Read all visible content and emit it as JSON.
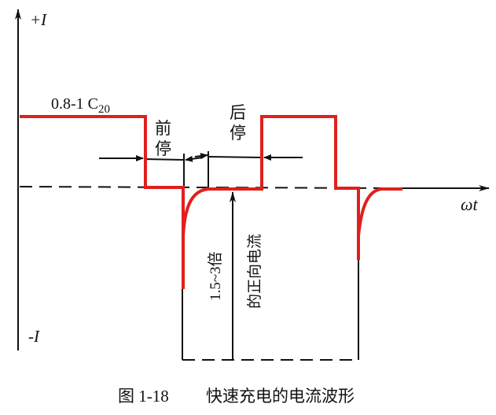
{
  "figure": {
    "y_pos_label": "+I",
    "y_neg_label": "-I",
    "x_label": "ωt",
    "charge_level_label_main": "0.8-1 C",
    "charge_level_label_sub": "20",
    "pre_stop_label_1": "前",
    "pre_stop_label_2": "停",
    "post_stop_label_1": "后",
    "post_stop_label_2": "停",
    "discharge_label_1": "1.5~3倍",
    "discharge_label_2": "的正向电流",
    "caption_number": "图 1-18",
    "caption_title": "快速充电的电流波形"
  },
  "colors": {
    "waveform": "#e0201c",
    "ink": "#111111"
  }
}
